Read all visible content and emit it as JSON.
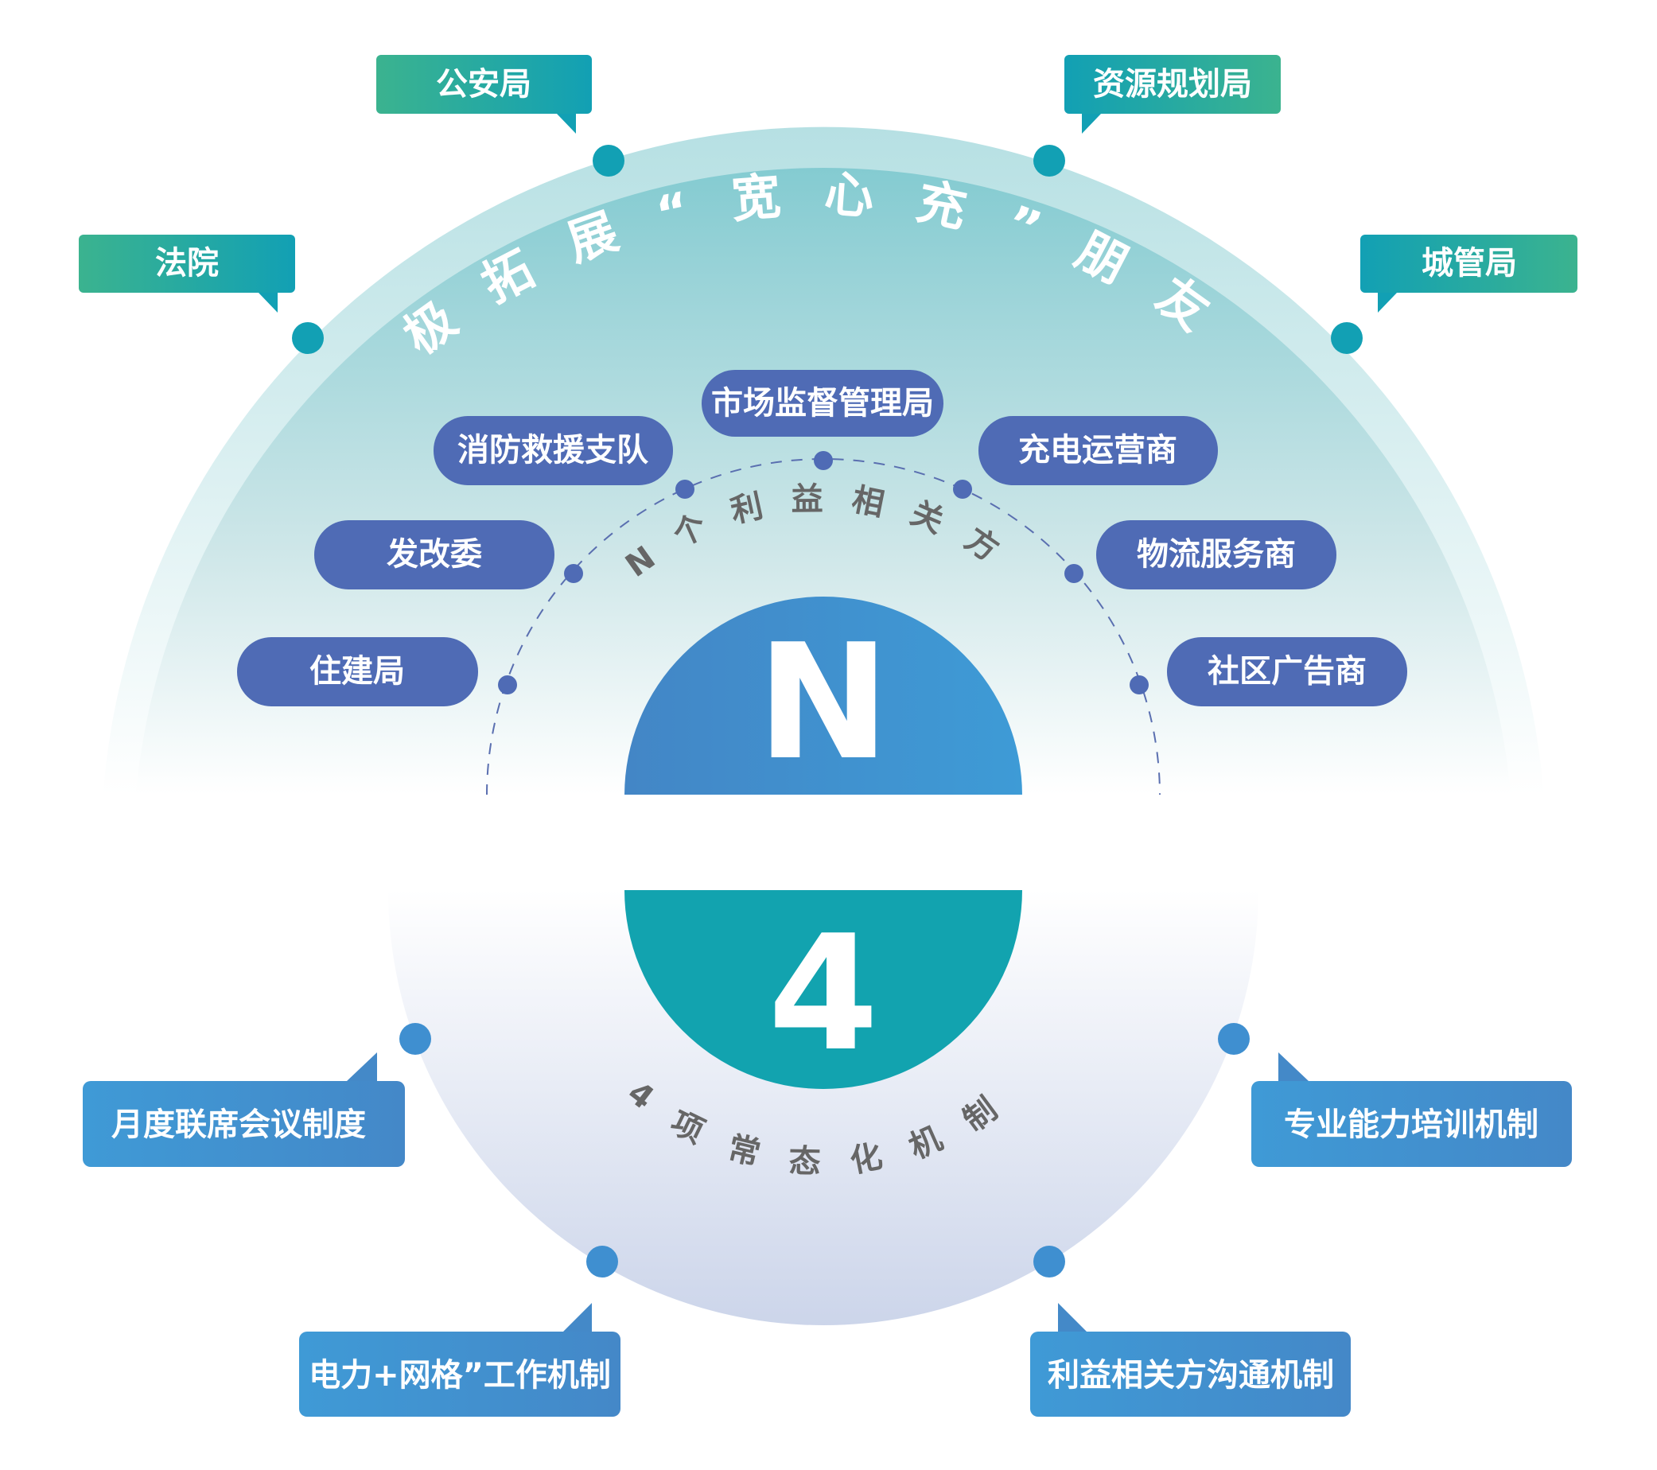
{
  "title_arc": "积极拓展“宽心充”朋友圈",
  "n_arc": "N个利益相关方",
  "four_arc": "4项常态化机制",
  "n_letter": "N",
  "four_number": "4",
  "outer_partners": [
    "公安局",
    "资源规划局",
    "法院",
    "城管局"
  ],
  "stakeholders": [
    "市场监督管理局",
    "消防救援支队",
    "充电运营商",
    "发改委",
    "物流服务商",
    "住建局",
    "社区广告商"
  ],
  "mechanisms": [
    "月度联席会议制度",
    "专业能力培训机制",
    "电力+网格”工作机制",
    "利益相关方沟通机制"
  ],
  "colors": {
    "green_start": "#3bb38f",
    "green_end": "#12a0b4",
    "pill": "#4f6bb5",
    "blue_box": "#3f97d4",
    "teal": "#12a3af",
    "n_blue": "#4187c8"
  }
}
